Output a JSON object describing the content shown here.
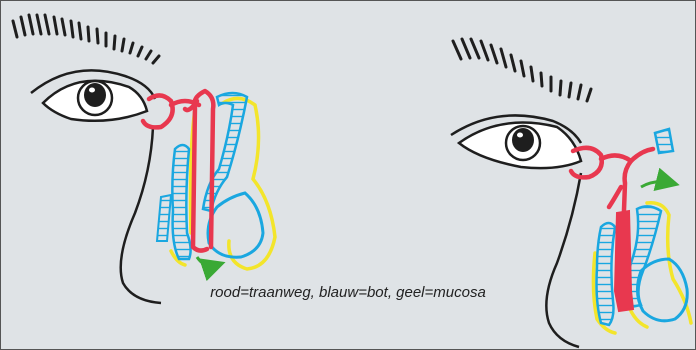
{
  "caption": "rood=traanweg, blauw=bot, geel=mucosa",
  "colors": {
    "background": "#dfe3e6",
    "tear_duct": "#e8384f",
    "bone": "#1aa7e0",
    "mucosa": "#f3e52b",
    "airflow_arrow": "#3aa935",
    "ink": "#1e1e1e"
  },
  "figures": [
    {
      "id": "left",
      "structures": [
        "eye",
        "eyebrow",
        "nose-profile",
        "tear-duct",
        "bone",
        "mucosa",
        "airflow-arrow"
      ]
    },
    {
      "id": "right",
      "structures": [
        "eye",
        "eyebrow",
        "nose-profile",
        "tear-duct",
        "bone",
        "mucosa",
        "airflow-arrow"
      ]
    }
  ]
}
